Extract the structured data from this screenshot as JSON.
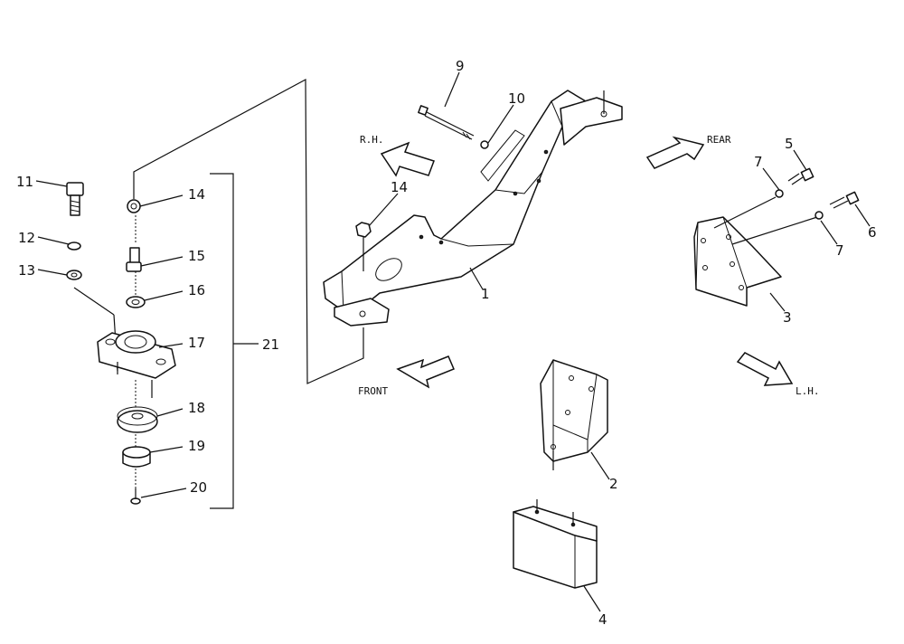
{
  "directions": {
    "rh": "R.H.",
    "rear": "REAR",
    "front": "FRONT",
    "lh": "L.H."
  },
  "callouts": {
    "p1": "1",
    "p2": "2",
    "p3": "3",
    "p4": "4",
    "p5": "5",
    "p6": "6",
    "p7a": "7",
    "p7b": "7",
    "p9": "9",
    "p10": "10",
    "p11": "11",
    "p12": "12",
    "p13": "13",
    "p14a": "14",
    "p14b": "14",
    "p15": "15",
    "p16": "16",
    "p17": "17",
    "p18": "18",
    "p19": "19",
    "p20": "20",
    "p21": "21"
  }
}
